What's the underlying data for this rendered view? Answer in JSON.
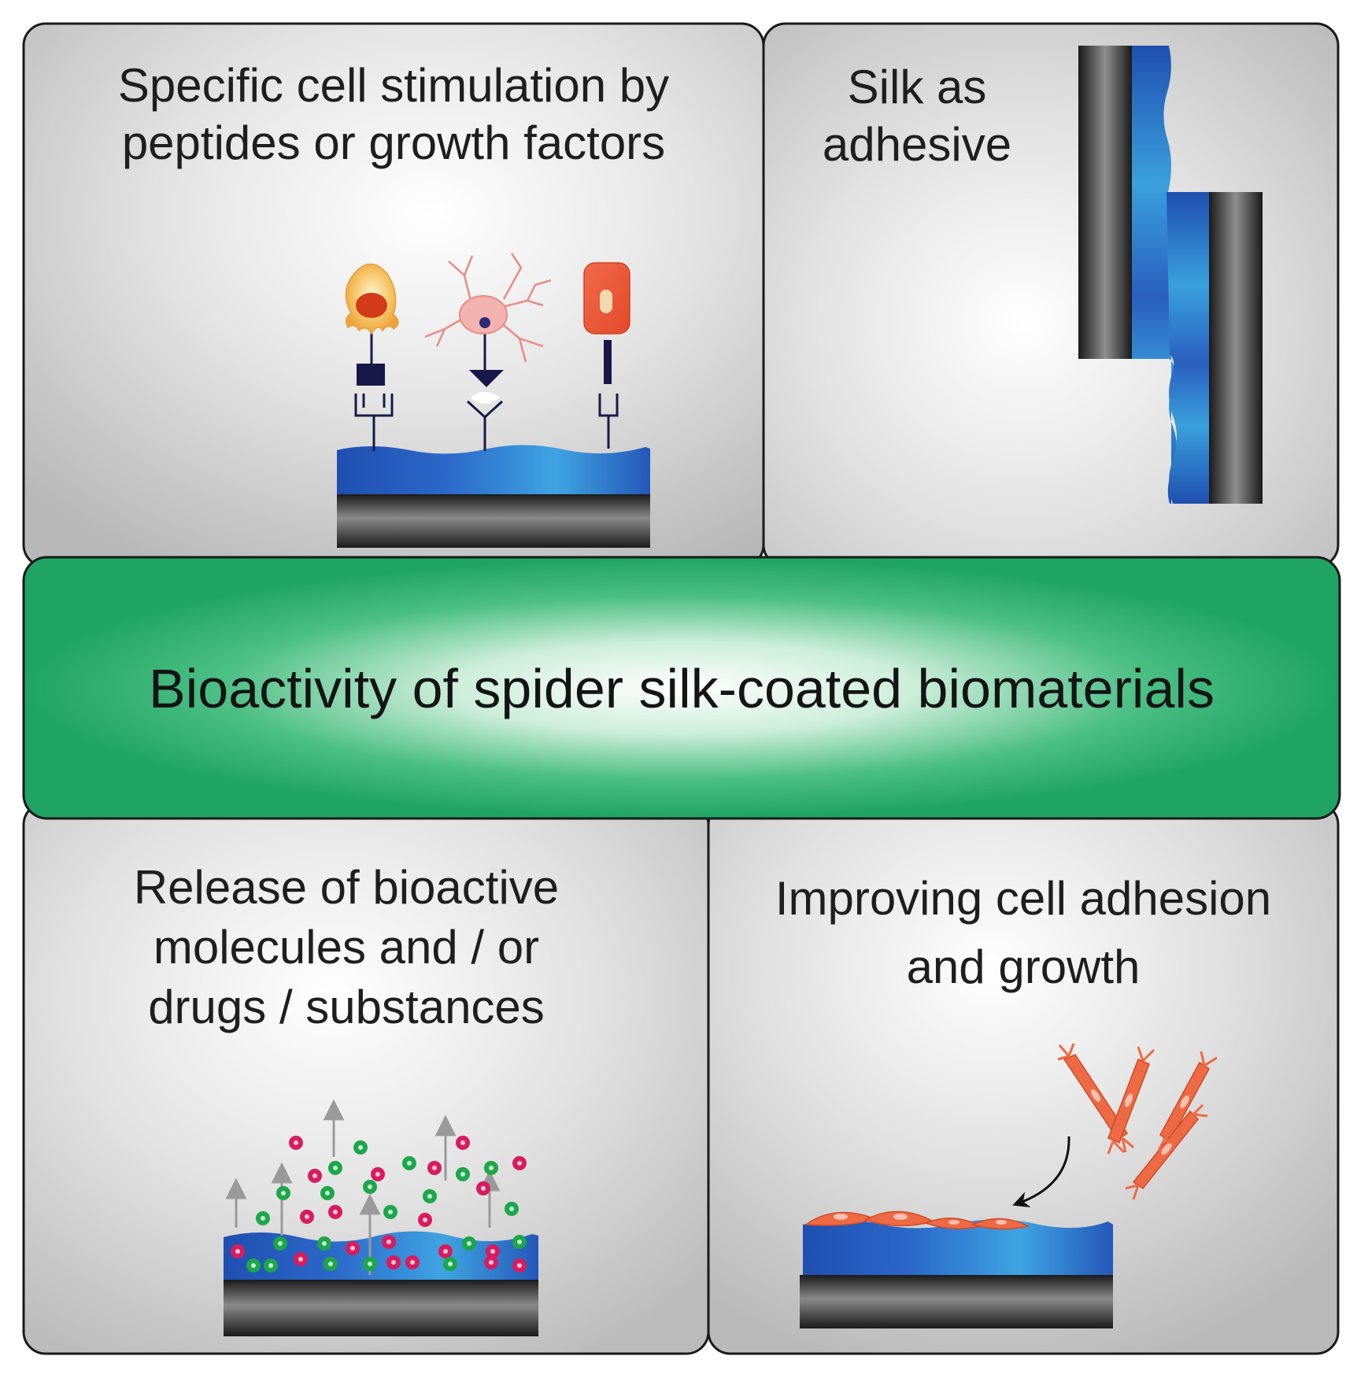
{
  "panels": {
    "top_left": {
      "title_lines": [
        "Specific cell stimulation by",
        "peptides or growth factors"
      ]
    },
    "top_right": {
      "title_lines": [
        "Silk as",
        "adhesive"
      ]
    },
    "bottom_left": {
      "title_lines": [
        "Release of bioactive",
        "molecules and / or",
        "drugs / substances"
      ]
    },
    "bottom_right": {
      "title_lines": [
        "Improving cell adhesion",
        "and growth"
      ]
    }
  },
  "center_banner": {
    "title": "Bioactivity of spider silk-coated biomaterials"
  },
  "colors": {
    "panel_gray": "#c9c9c9",
    "banner_green": "#22a565",
    "silk_blue": "#2a5fbf",
    "silk_light_blue": "#3aa0dc",
    "substrate_dark": "#2b2b2b",
    "cell_orange": "#f06a45",
    "molecule_pink": "#d81b5f",
    "molecule_green": "#1da64a"
  }
}
